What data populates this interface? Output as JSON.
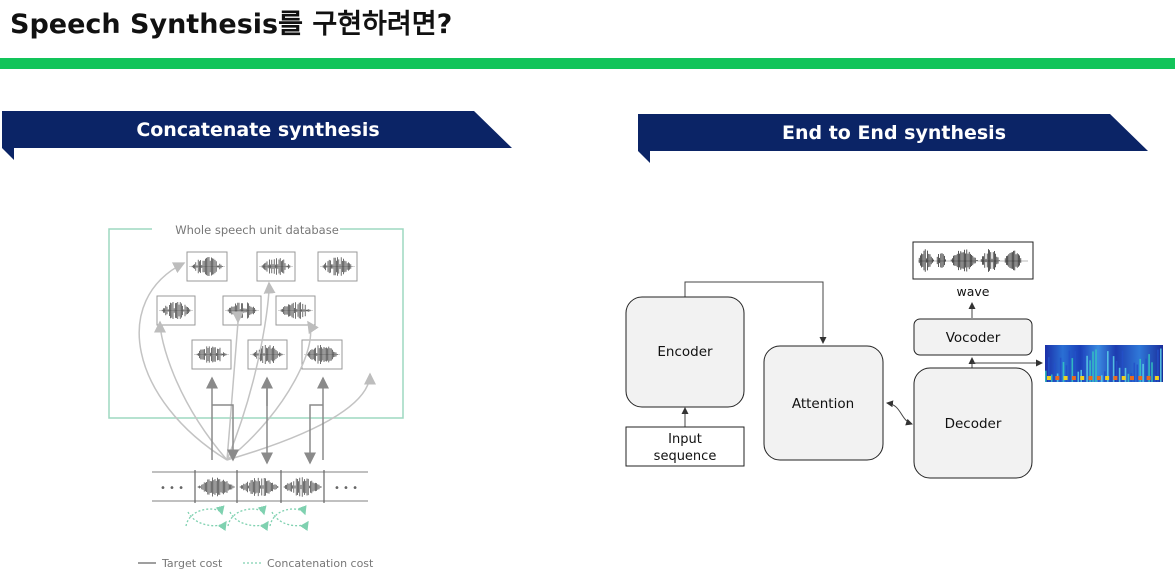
{
  "header": {
    "title": "Speech Synthesis를 구현하려면?",
    "accent_color": "#12c45a"
  },
  "left_panel": {
    "banner_label": "Concatenate synthesis",
    "banner_color": "#0b2466",
    "database_label": "Whole speech unit database",
    "ellipsis": "• • •",
    "legend": {
      "target_cost": "Target cost",
      "concatenation_cost": "Concatenation cost"
    }
  },
  "right_panel": {
    "banner_label": "End to End synthesis",
    "banner_color": "#0b2466",
    "nodes": {
      "encoder": "Encoder",
      "attention": "Attention",
      "decoder": "Decoder",
      "vocoder": "Vocoder",
      "input_line1": "Input",
      "input_line2": "sequence",
      "wave": "wave"
    }
  }
}
